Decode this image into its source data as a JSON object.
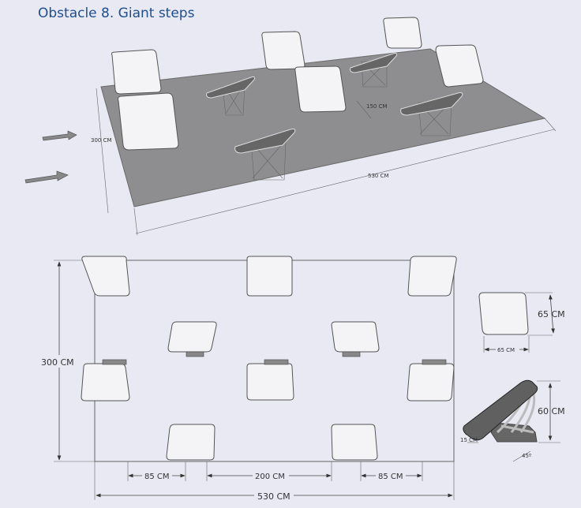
{
  "title": "Obstacle 8. Giant steps",
  "perspective_view": {
    "width_label": "300 CM",
    "length_label": "530 CM",
    "spacing_label": "150 CM"
  },
  "plan_view": {
    "width_label": "300 CM",
    "length_label": "530 CM",
    "gap_left_label": "85 CM",
    "gap_center_label": "200 CM",
    "gap_right_label": "85 CM"
  },
  "detail": {
    "tile_height_label": "65 CM",
    "tile_width_label": "65 CM",
    "ramp_height_label": "60 CM",
    "base_height_label": "15 CM",
    "angle_label": "45º"
  }
}
